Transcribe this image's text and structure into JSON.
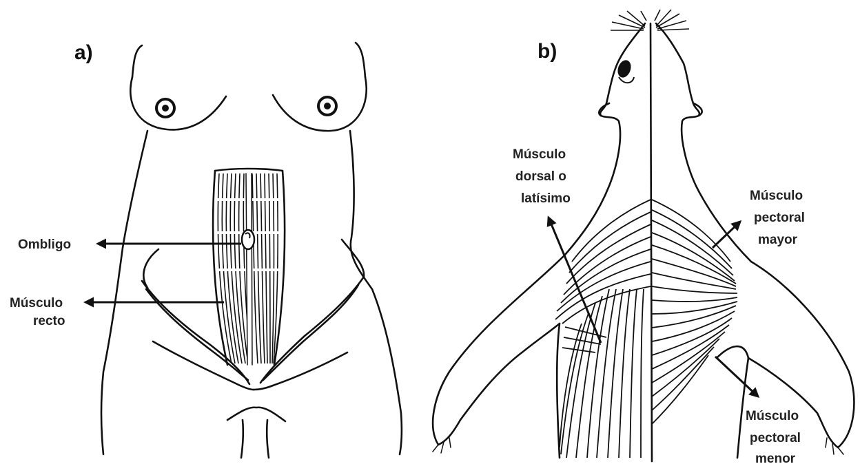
{
  "panels": {
    "a": {
      "label": "a)",
      "callouts": {
        "ombligo": [
          "Ombligo"
        ],
        "musculo_recto": [
          "Músculo",
          "recto"
        ]
      }
    },
    "b": {
      "label": "b)",
      "callouts": {
        "dorsal": [
          "Músculo",
          "dorsal o",
          "latísimo"
        ],
        "pectoral_mayor": [
          "Músculo",
          "pectoral",
          "mayor"
        ],
        "pectoral_menor": [
          "Músculo",
          "pectoral",
          "menor"
        ]
      }
    }
  },
  "colors": {
    "ink": "#111111",
    "background": "#ffffff"
  }
}
